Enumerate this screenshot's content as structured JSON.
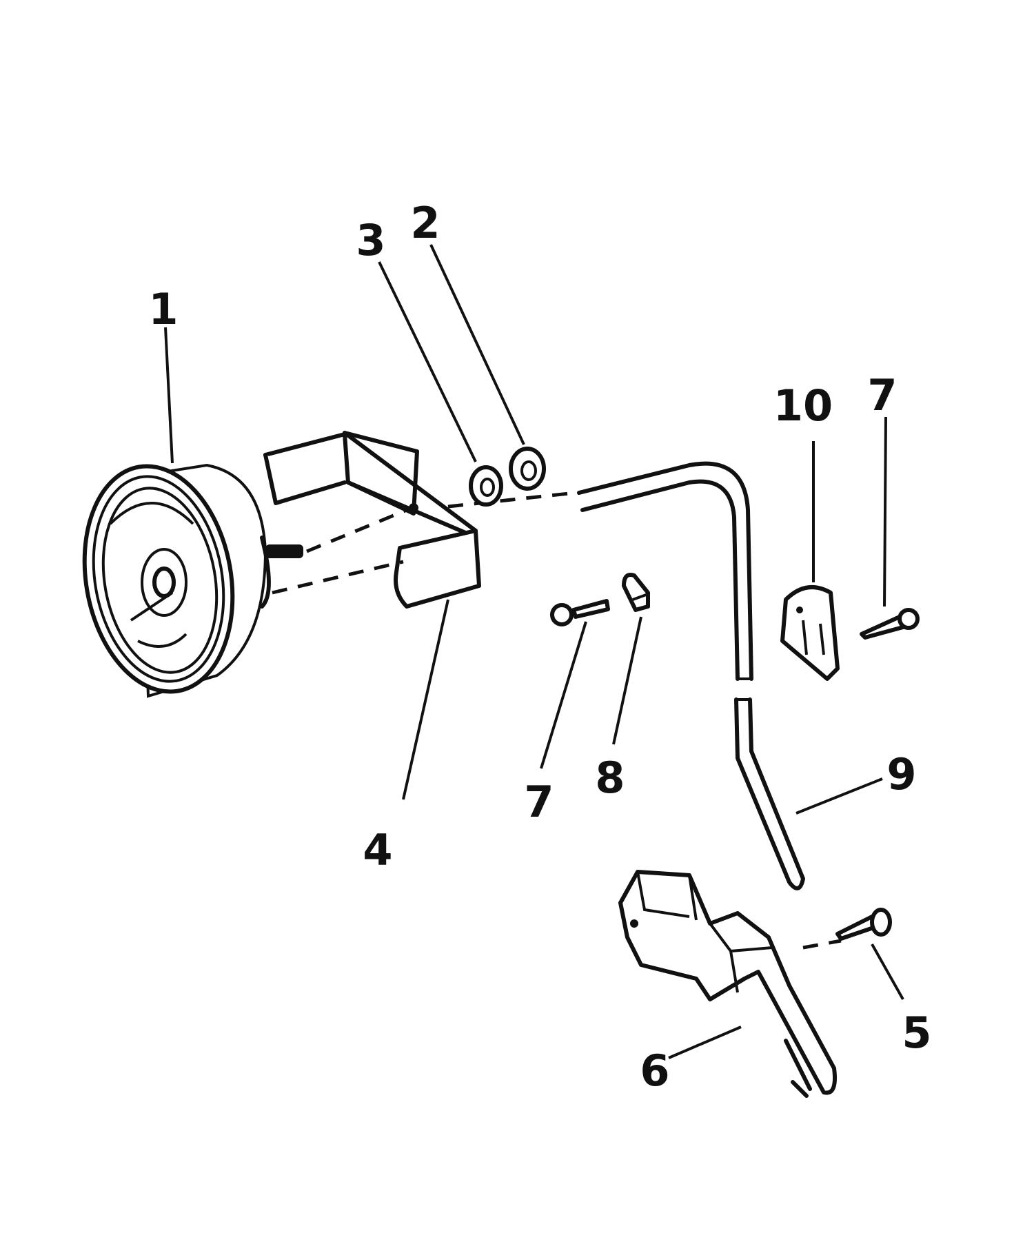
{
  "diagram": {
    "callouts": [
      {
        "id": "1",
        "label": "1"
      },
      {
        "id": "2",
        "label": "2"
      },
      {
        "id": "3",
        "label": "3"
      },
      {
        "id": "4",
        "label": "4"
      },
      {
        "id": "5",
        "label": "5"
      },
      {
        "id": "6",
        "label": "6"
      },
      {
        "id": "7a",
        "label": "7"
      },
      {
        "id": "7b",
        "label": "7"
      },
      {
        "id": "8",
        "label": "8"
      },
      {
        "id": "9",
        "label": "9"
      },
      {
        "id": "10",
        "label": "10"
      }
    ],
    "parts": [
      {
        "id": "1",
        "icon": "gauge-icon"
      },
      {
        "id": "2",
        "icon": "nut-icon"
      },
      {
        "id": "3",
        "icon": "washer-icon"
      },
      {
        "id": "4",
        "icon": "bracket-icon"
      },
      {
        "id": "5",
        "icon": "screw-icon"
      },
      {
        "id": "6",
        "icon": "pickup-icon"
      },
      {
        "id": "7",
        "icon": "screw-icon"
      },
      {
        "id": "8",
        "icon": "clip-icon"
      },
      {
        "id": "9",
        "icon": "tube-icon"
      },
      {
        "id": "10",
        "icon": "clamp-icon"
      }
    ]
  }
}
